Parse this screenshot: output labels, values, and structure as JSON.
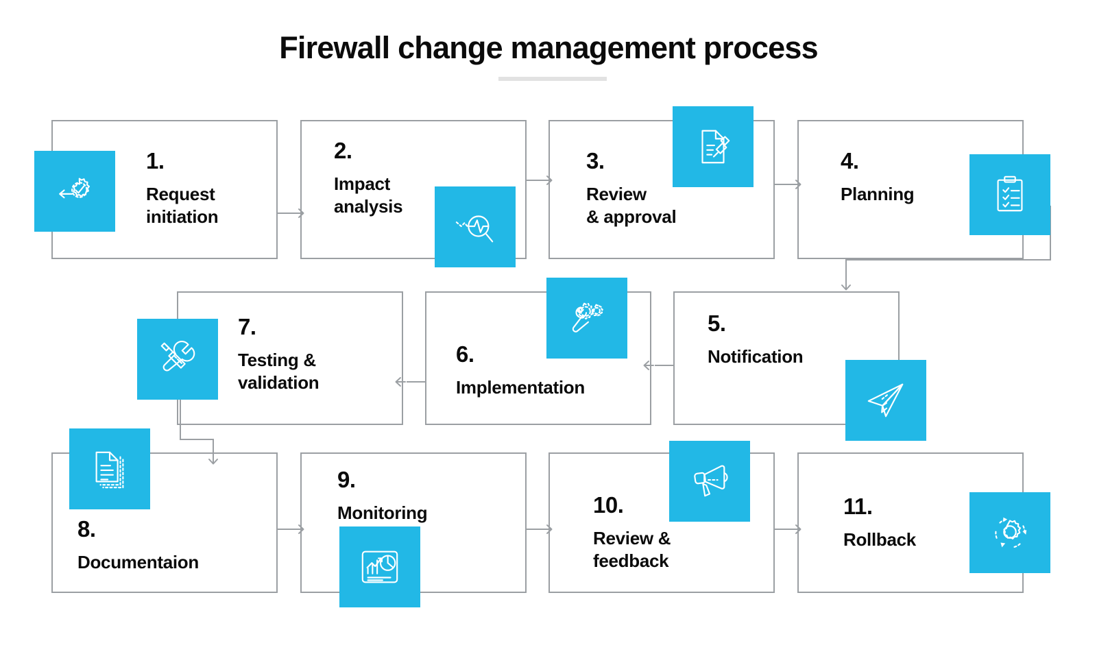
{
  "header": {
    "title": "Firewall change management process"
  },
  "colors": {
    "accent": "#22b8e6",
    "box_border": "#9b9fa3",
    "connector": "#9b9fa3",
    "text": "#0b0b0b",
    "rule": "#e2e2e2",
    "background": "#ffffff"
  },
  "steps": [
    {
      "number": "1.",
      "label": "Request\ninitiation",
      "icon": "gear-check-arrow-icon"
    },
    {
      "number": "2.",
      "label": "Impact\nanalysis",
      "icon": "magnifier-pulse-icon"
    },
    {
      "number": "3.",
      "label": "Review\n& approval",
      "icon": "document-gavel-icon"
    },
    {
      "number": "4.",
      "label": "Planning",
      "icon": "clipboard-checklist-icon"
    },
    {
      "number": "5.",
      "label": "Notification",
      "icon": "paper-plane-icon"
    },
    {
      "number": "6.",
      "label": "Implementation",
      "icon": "wrench-gears-icon"
    },
    {
      "number": "7.",
      "label": "Testing &\nvalidation",
      "icon": "wrench-screwdriver-icon"
    },
    {
      "number": "8.",
      "label": "Documentaion",
      "icon": "document-lines-icon"
    },
    {
      "number": "9.",
      "label": "Monitoring",
      "icon": "dashboard-chart-icon"
    },
    {
      "number": "10.",
      "label": "Review &\nfeedback",
      "icon": "megaphone-icon"
    },
    {
      "number": "11.",
      "label": "Rollback",
      "icon": "gear-rotate-icon"
    }
  ],
  "flow": {
    "type": "serpentine",
    "order": [
      1,
      2,
      3,
      4,
      5,
      6,
      7,
      8,
      9,
      10,
      11
    ],
    "row_directions": [
      "left-to-right",
      "right-to-left",
      "left-to-right"
    ],
    "connectors": [
      "1-to-2",
      "2-to-3",
      "3-to-4",
      "4-to-5",
      "5-to-6",
      "6-to-7",
      "7-to-8",
      "8-to-9",
      "9-to-10",
      "10-to-11"
    ]
  }
}
